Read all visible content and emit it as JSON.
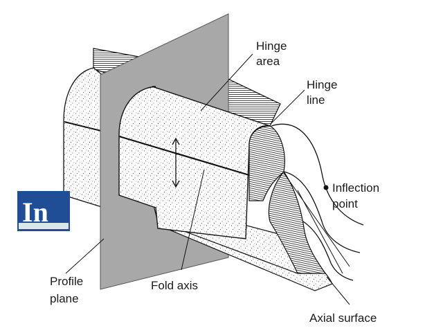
{
  "labels": {
    "hinge_area_line1": "Hinge",
    "hinge_area_line2": "area",
    "hinge_line_line1": "Hinge",
    "hinge_line_line2": "line",
    "inflection_line1": "Inflection",
    "inflection_line2": "point",
    "profile_line1": "Profile",
    "profile_line2": "plane",
    "fold_axis": "Fold axis",
    "axial_surface": "Axial surface"
  },
  "logo": {
    "text": "In",
    "color": "#1f4e96"
  },
  "colors": {
    "plane": "#a8a8a8",
    "fold": "#ffffff",
    "stroke": "#111111"
  }
}
